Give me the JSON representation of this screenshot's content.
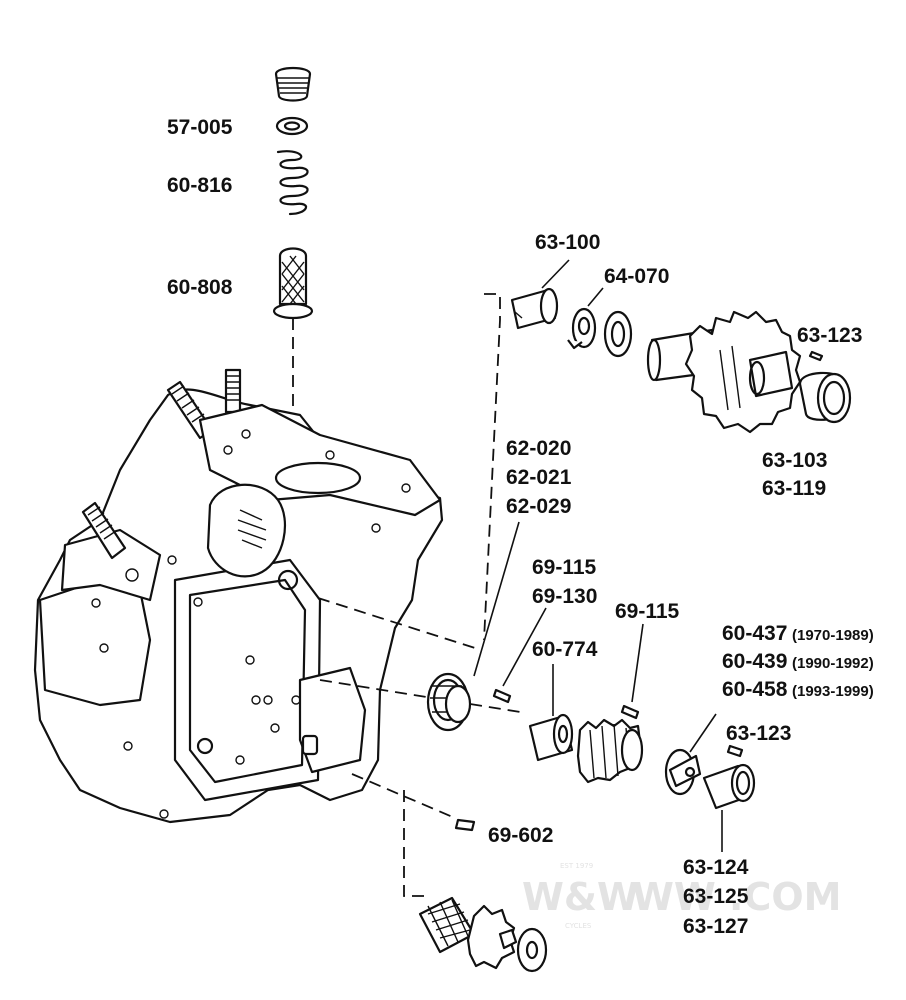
{
  "watermark": {
    "brand": "W&W",
    "site": "WW .COM",
    "tagline_top": "EST 1979",
    "tagline_bottom": "CYCLES"
  },
  "labels": {
    "p57_005": "57-005",
    "p60_816": "60-816",
    "p60_808": "60-808",
    "p63_100": "63-100",
    "p64_070": "64-070",
    "p63_123_top": "63-123",
    "p63_103": "63-103",
    "p63_119": "63-119",
    "p62_020": "62-020",
    "p62_021": "62-021",
    "p62_029": "62-029",
    "p69_115_a": "69-115",
    "p69_130": "69-130",
    "p60_774": "60-774",
    "p69_115_b": "69-115",
    "p60_437": "60-437",
    "p60_437_years": "(1970-1989)",
    "p60_439": "60-439",
    "p60_439_years": "(1990-1992)",
    "p60_458": "60-458",
    "p60_458_years": "(1993-1999)",
    "p63_123_bottom": "63-123",
    "p69_602": "69-602",
    "p63_124": "63-124",
    "p63_125": "63-125",
    "p63_127": "63-127"
  }
}
